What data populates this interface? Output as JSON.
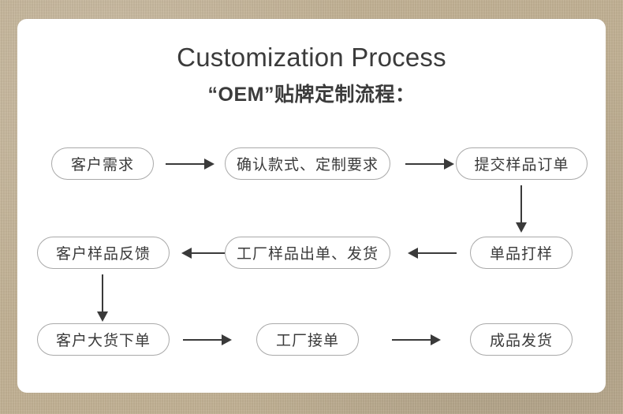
{
  "poster": {
    "background_color": "#c2b193",
    "card_color": "#ffffff",
    "accent_color": "#3a3a3a",
    "border_color": "#a9a9a9"
  },
  "header": {
    "title": "Customization Process",
    "subtitle": "“OEM”贴牌定制流程："
  },
  "flowchart": {
    "rows": [
      {
        "direction": "left-to-right",
        "nodes": [
          {
            "label": "客户需求"
          },
          {
            "label": "确认款式、定制要求"
          },
          {
            "label": "提交样品订单"
          }
        ]
      },
      {
        "direction": "right-to-left",
        "nodes": [
          {
            "label": "客户样品反馈"
          },
          {
            "label": "工厂样品出单、发货"
          },
          {
            "label": "单品打样"
          }
        ]
      },
      {
        "direction": "left-to-right",
        "nodes": [
          {
            "label": "客户大货下单"
          },
          {
            "label": "工厂接单"
          },
          {
            "label": "成品发货"
          }
        ]
      }
    ],
    "connectors": [
      {
        "name": "arrow-row1-n1-to-n2",
        "type": "arrow-right"
      },
      {
        "name": "arrow-row1-n2-to-n3",
        "type": "arrow-right"
      },
      {
        "name": "arrow-row1-n3-down-to-row2-n3",
        "type": "arrow-down"
      },
      {
        "name": "arrow-row2-n3-to-n2",
        "type": "arrow-left"
      },
      {
        "name": "arrow-row2-n2-to-n1",
        "type": "arrow-left"
      },
      {
        "name": "arrow-row2-n1-down-to-row3-n1",
        "type": "arrow-down"
      },
      {
        "name": "arrow-row3-n1-to-n2",
        "type": "arrow-right"
      },
      {
        "name": "arrow-row3-n2-to-n3",
        "type": "arrow-right"
      }
    ]
  }
}
